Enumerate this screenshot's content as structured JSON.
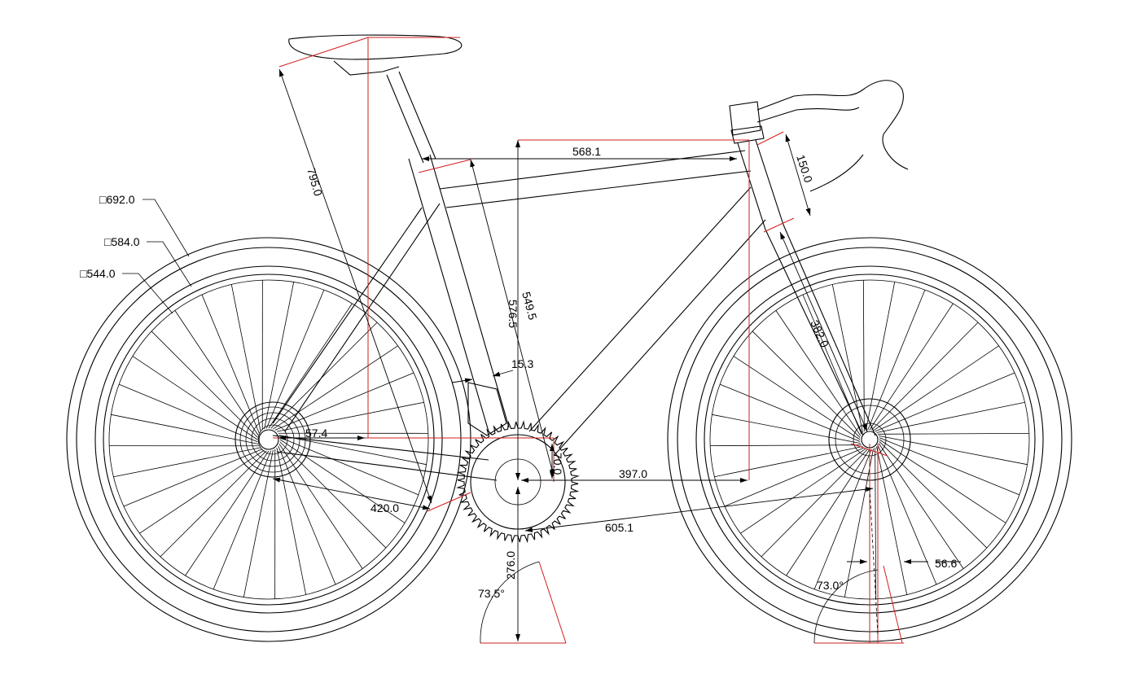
{
  "diagram": {
    "colors": {
      "line": "#000000",
      "construction": "#d21f1f",
      "background": "#ffffff"
    },
    "wheel_diameters": {
      "outer": "□692.0",
      "tire": "□584.0",
      "rim": "□544.0"
    },
    "dimensions": {
      "top_tube_effective": "568.1",
      "head_tube": "150.0",
      "seat_tube_long": "795.0",
      "stack": "576.5",
      "seat_tube": "549.5",
      "fork": "382.0",
      "seat_tube_angle_offset": "15.3",
      "chainstay_drop": "57.4",
      "bb_drop": "70.0",
      "reach": "397.0",
      "chainstay": "420.0",
      "front_center": "605.1",
      "bb_height": "276.0",
      "seat_angle": "73.5°",
      "head_angle": "73.0°",
      "trail": "56.6"
    }
  }
}
